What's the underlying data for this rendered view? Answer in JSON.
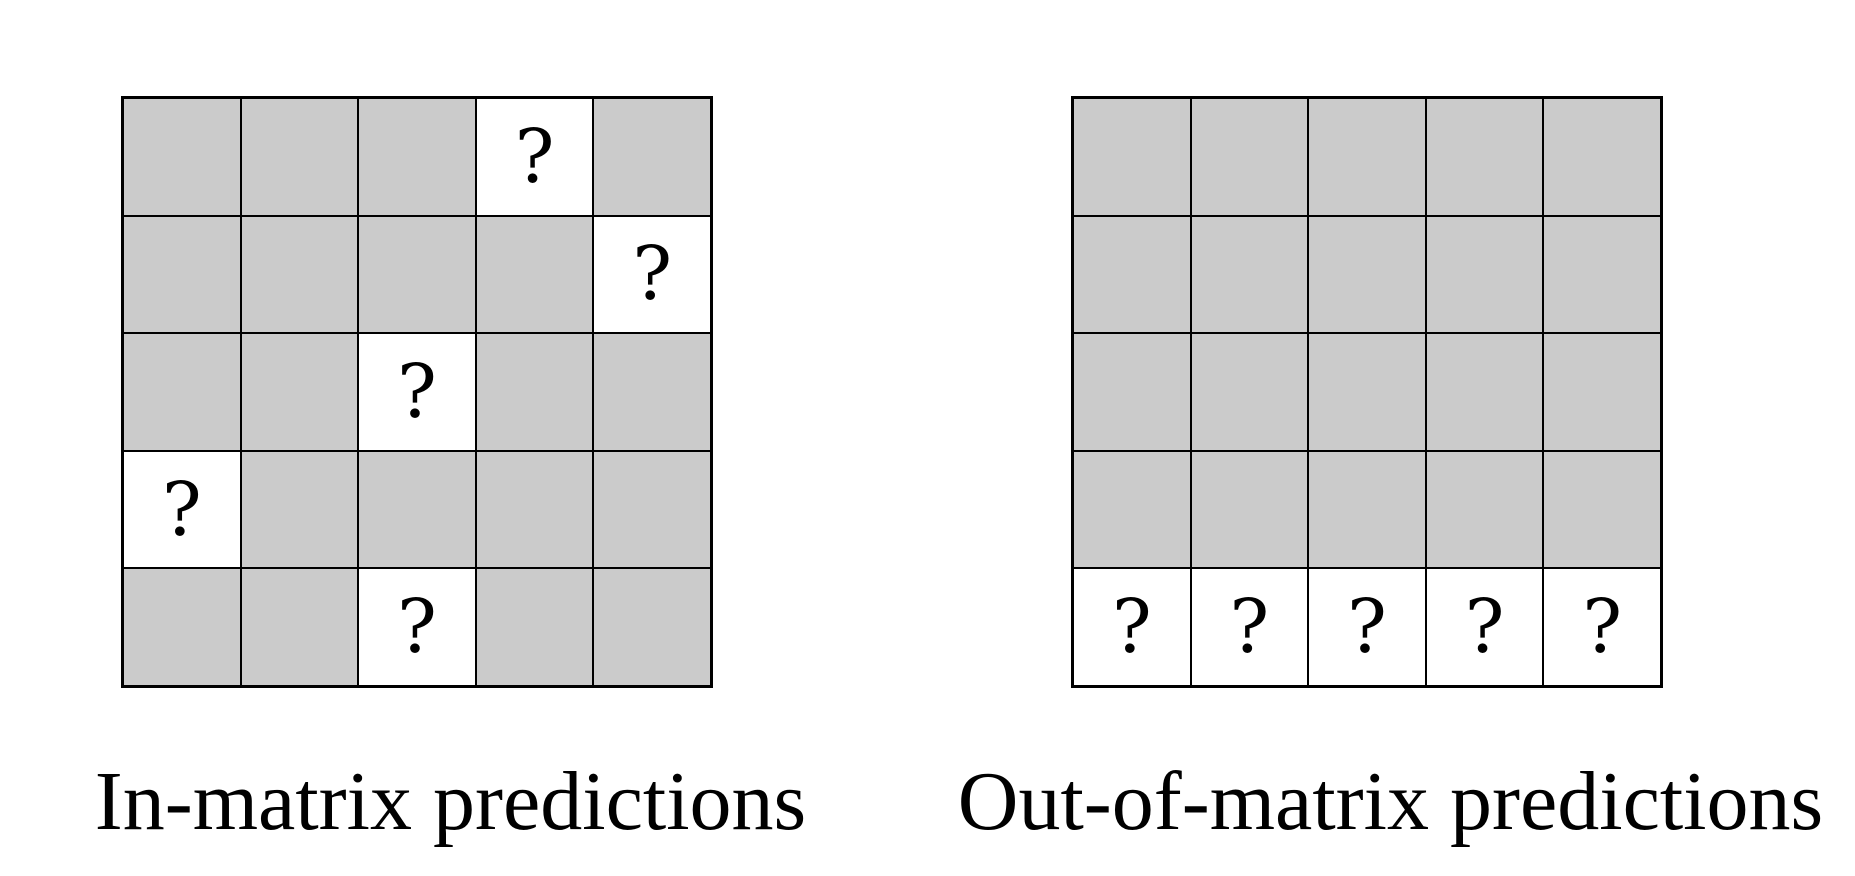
{
  "colors": {
    "known_cell": "#cbcbcb",
    "unknown_cell": "#ffffff",
    "grid_line": "#000000"
  },
  "panels": [
    {
      "caption": "In-matrix predictions",
      "unknown_symbol": "?",
      "matrix": [
        [
          0,
          0,
          0,
          1,
          0
        ],
        [
          0,
          0,
          0,
          0,
          1
        ],
        [
          0,
          0,
          1,
          0,
          0
        ],
        [
          1,
          0,
          0,
          0,
          0
        ],
        [
          0,
          0,
          1,
          0,
          0
        ]
      ]
    },
    {
      "caption": "Out-of-matrix predictions",
      "unknown_symbol": "?",
      "matrix": [
        [
          0,
          0,
          0,
          0,
          0
        ],
        [
          0,
          0,
          0,
          0,
          0
        ],
        [
          0,
          0,
          0,
          0,
          0
        ],
        [
          0,
          0,
          0,
          0,
          0
        ],
        [
          1,
          1,
          1,
          1,
          1
        ]
      ]
    }
  ]
}
